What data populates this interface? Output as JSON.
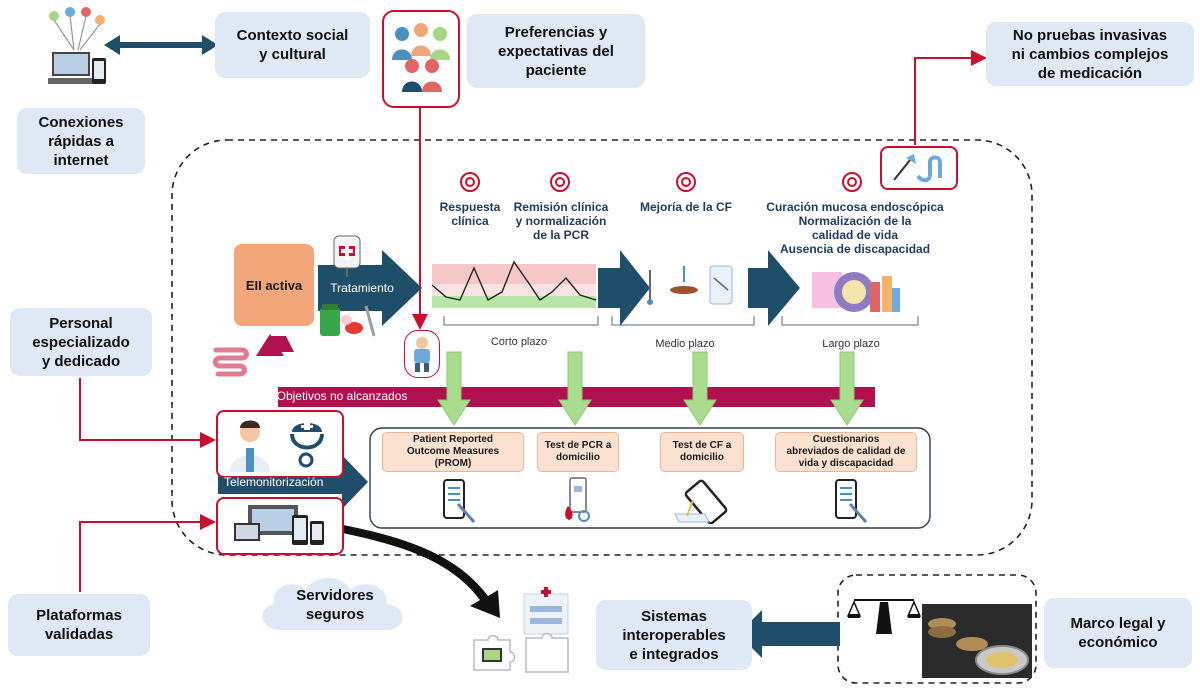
{
  "labels": {
    "conexiones": "Conexiones\nrápidas a\ninternet",
    "contexto": "Contexto social\ny cultural",
    "preferencias": "Preferencias y\nexpectativas del\npaciente",
    "no_pruebas": "No pruebas invasivas\nni cambios complejos\nde medicación",
    "personal": "Personal\nespecializado\ny dedicado",
    "plataformas": "Plataformas\nvalidadas",
    "servidores": "Servidores\nseguros",
    "sistemas": "Sistemas\ninteroperables\ne integrados",
    "marco": "Marco legal y\neconómico",
    "eii": "EII activa",
    "tratamiento": "Tratamiento",
    "objetivos": "Objetivos no alcanzados",
    "telemonitorizacion": "Telemonitorización"
  },
  "goals": {
    "respuesta": "Respuesta\nclínica",
    "remision": "Remisión clínica\ny normalización\nde la PCR",
    "mejoria": "Mejoría de la CF",
    "curacion": "Curación mucosa endoscópica\nNormalización de la\ncalidad de vida\nAusencia de discapacidad"
  },
  "timeframes": {
    "corto": "Corto plazo",
    "medio": "Medio plazo",
    "largo": "Largo plazo"
  },
  "tests": {
    "prom": "Patient Reported\nOutcome Measures\n(PROM)",
    "pcr": "Test de PCR a\ndomicilio",
    "cf": "Test de CF a\ndomicilio",
    "cuestionarios": "Cuestionarios\nabreviados de calidad de\nvida y discapacidad"
  },
  "colors": {
    "navy_arrow": "#1f4e6b",
    "red_line": "#c8102e",
    "magenta": "#b1124f",
    "green_arrow": "#a9dc8f",
    "eii_box": "#f2a67a",
    "label_bg": "#dfe9f5"
  }
}
